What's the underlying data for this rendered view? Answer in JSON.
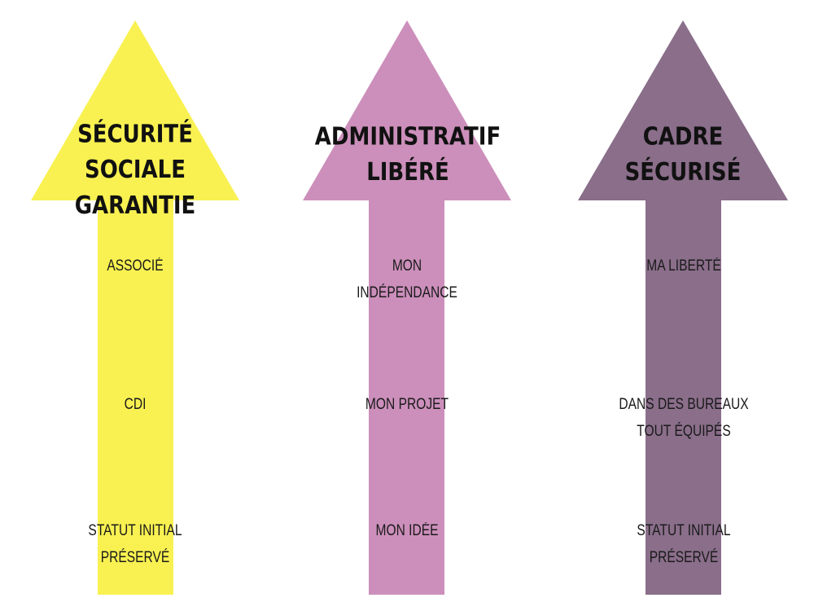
{
  "arrows": [
    {
      "title_line1": "Sécurité sociale",
      "title_line2": "garantie",
      "color": "#f9f151",
      "items": [
        {
          "line1": "Associé",
          "line2": ""
        },
        {
          "line1": "CDI",
          "line2": ""
        },
        {
          "line1": "Statut initial",
          "line2": "préservé"
        }
      ]
    },
    {
      "title_line1": "Administratif",
      "title_line2": "libéré",
      "color": "#cc8fbb",
      "items": [
        {
          "line1": "Mon",
          "line2": "indépendance"
        },
        {
          "line1": "Mon projet",
          "line2": ""
        },
        {
          "line1": "Mon idée",
          "line2": ""
        }
      ]
    },
    {
      "title_line1": "Cadre",
      "title_line2": "sécurisé",
      "color": "#8a6e8a",
      "items": [
        {
          "line1": "Ma liberté",
          "line2": ""
        },
        {
          "line1": "Dans des bureaux",
          "line2": "tout équipés"
        },
        {
          "line1": "Statut initial",
          "line2": "préservé"
        }
      ]
    }
  ]
}
